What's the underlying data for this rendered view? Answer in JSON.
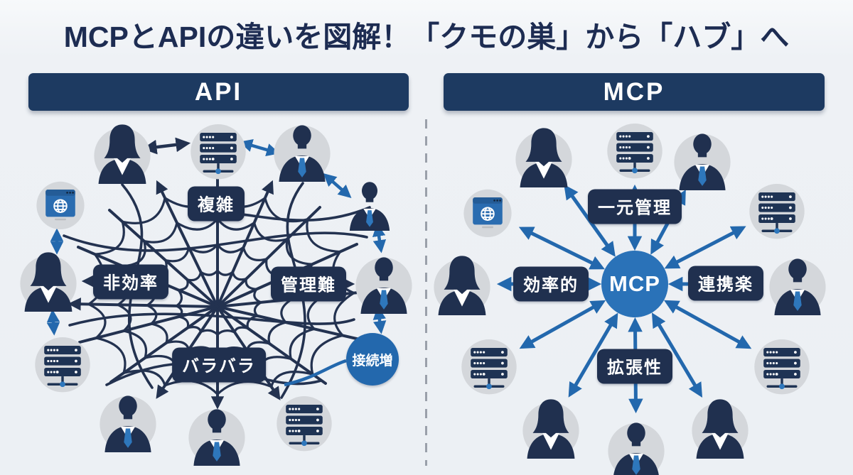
{
  "title": "MCPとAPIの違いを図解！「クモの巣」から「ハブ」へ",
  "panels": {
    "api": {
      "header": "API",
      "labels": {
        "complex": "複雑",
        "inefficient": "非効率",
        "hard_to_manage": "管理難",
        "scattered": "バラバラ",
        "connections_grow": "接続増"
      },
      "nodes": [
        {
          "icon": "user-female-icon"
        },
        {
          "icon": "server-icon"
        },
        {
          "icon": "user-male-icon"
        },
        {
          "icon": "browser-globe-icon"
        },
        {
          "icon": "user-male-plain-icon"
        },
        {
          "icon": "user-female-icon"
        },
        {
          "icon": "user-male-icon"
        },
        {
          "icon": "server-icon"
        },
        {
          "icon": "user-male-icon"
        },
        {
          "icon": "user-male-icon"
        },
        {
          "icon": "server-icon"
        }
      ]
    },
    "mcp": {
      "header": "MCP",
      "hub": "MCP",
      "labels": {
        "centralized": "一元管理",
        "efficient": "効率的",
        "easy_integration": "連携楽",
        "extensibility": "拡張性"
      },
      "nodes": [
        {
          "icon": "user-female-icon"
        },
        {
          "icon": "server-icon"
        },
        {
          "icon": "user-male-icon"
        },
        {
          "icon": "browser-globe-icon"
        },
        {
          "icon": "server-icon"
        },
        {
          "icon": "user-female-icon"
        },
        {
          "icon": "user-male-icon"
        },
        {
          "icon": "server-icon"
        },
        {
          "icon": "server-icon"
        },
        {
          "icon": "user-female-icon"
        },
        {
          "icon": "user-male-icon"
        },
        {
          "icon": "user-female-icon"
        }
      ]
    }
  },
  "colors": {
    "background": "#edf0f4",
    "navy": "#20304f",
    "header_navy": "#1d3a61",
    "web_line": "#233250",
    "blue_arrow": "#2368ad",
    "hub_blue": "#2a72b8",
    "node_gray": "#d4d7db",
    "title_text": "#1d2c52",
    "divider_gray": "#9aa0aa"
  }
}
